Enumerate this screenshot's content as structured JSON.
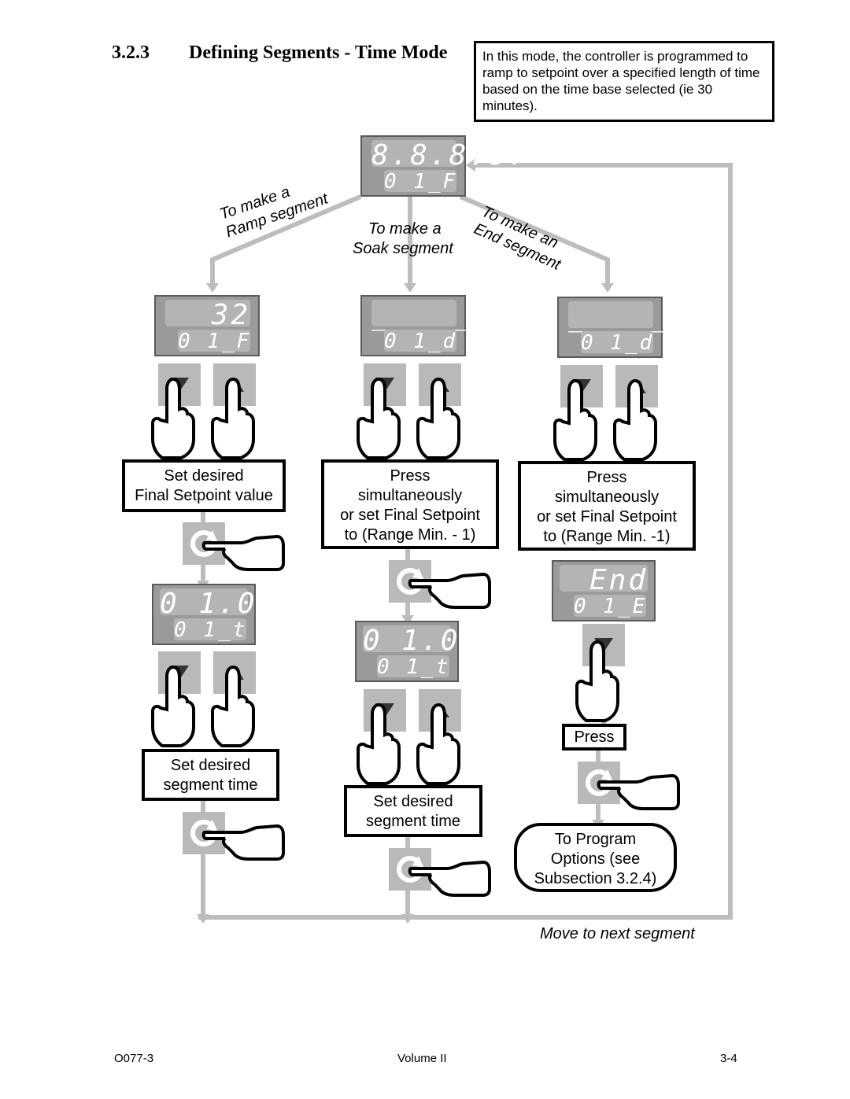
{
  "heading": {
    "number": "3.2.3",
    "title": "Defining Segments - Time Mode"
  },
  "note": "In this mode, the controller is programmed to ramp to setpoint over a specified length of time based on the time base selected (ie 30 minutes).",
  "branches": {
    "ramp": "To make a\nRamp segment",
    "soak_line1": "To make a",
    "soak_line2": "Soak segment",
    "end": "To make an\nEnd segment"
  },
  "displays": {
    "start": {
      "top": "8.8.8.8.",
      "bottom": "0 1_F"
    },
    "ramp1": {
      "top": "32",
      "bottom": "0 1_F"
    },
    "soak1": {
      "top": "_ _ _ _",
      "bottom": "0 1_d"
    },
    "end1": {
      "top": "_ _ _ _",
      "bottom": "0 1_d"
    },
    "ramp2": {
      "top": "0 1.00",
      "bottom": "0 1_t"
    },
    "soak2": {
      "top": "0 1.00",
      "bottom": "0 1_t"
    },
    "end2": {
      "top": "End",
      "bottom": "0 1_E"
    }
  },
  "boxes": {
    "ramp_set": "Set desired\nFinal Setpoint value",
    "soak_press": "Press\nsimultaneously\nor set Final Setpoint\nto (Range Min. - 1)",
    "end_press": "Press\nsimultaneously\nor set Final Setpoint\nto (Range Min. -1)",
    "ramp_time": "Set desired\nsegment time",
    "soak_time": "Set desired\nsegment time",
    "end_press_only": "Press",
    "program_options": "To Program\nOptions (see\nSubsection 3.2.4)"
  },
  "move_next": "Move to next segment",
  "footer": {
    "left": "O077-3",
    "center": "Volume II",
    "right": "3-4"
  },
  "colors": {
    "line": "#bdbdbd",
    "display": "#9a9a9a",
    "key": "#b9b9b9"
  }
}
